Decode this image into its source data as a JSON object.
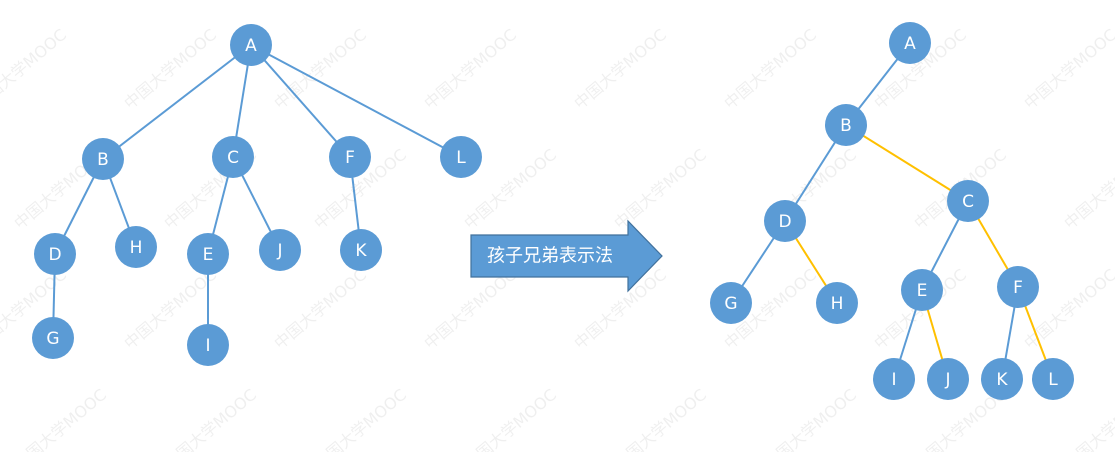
{
  "colors": {
    "node": "#5b9bd5",
    "child_edge": "#5b9bd5",
    "sibling_edge": "#ffc000",
    "arrow_fill": "#5b9bd5",
    "arrow_stroke": "#41719c"
  },
  "watermark_text": "中国大学MOOC",
  "arrow": {
    "label": "孩子兄弟表示法"
  },
  "left_tree": {
    "nodes": [
      {
        "id": "A",
        "label": "A"
      },
      {
        "id": "B",
        "label": "B"
      },
      {
        "id": "C",
        "label": "C"
      },
      {
        "id": "F",
        "label": "F"
      },
      {
        "id": "L",
        "label": "L"
      },
      {
        "id": "D",
        "label": "D"
      },
      {
        "id": "H",
        "label": "H"
      },
      {
        "id": "E",
        "label": "E"
      },
      {
        "id": "J",
        "label": "J"
      },
      {
        "id": "K",
        "label": "K"
      },
      {
        "id": "G",
        "label": "G"
      },
      {
        "id": "I",
        "label": "I"
      }
    ],
    "edges": [
      {
        "from": "A",
        "to": "B",
        "kind": "child"
      },
      {
        "from": "A",
        "to": "C",
        "kind": "child"
      },
      {
        "from": "A",
        "to": "F",
        "kind": "child"
      },
      {
        "from": "A",
        "to": "L",
        "kind": "child"
      },
      {
        "from": "B",
        "to": "D",
        "kind": "child"
      },
      {
        "from": "B",
        "to": "H",
        "kind": "child"
      },
      {
        "from": "C",
        "to": "E",
        "kind": "child"
      },
      {
        "from": "C",
        "to": "J",
        "kind": "child"
      },
      {
        "from": "F",
        "to": "K",
        "kind": "child"
      },
      {
        "from": "D",
        "to": "G",
        "kind": "child"
      },
      {
        "from": "E",
        "to": "I",
        "kind": "child"
      }
    ]
  },
  "right_tree": {
    "nodes": [
      {
        "id": "A",
        "label": "A"
      },
      {
        "id": "B",
        "label": "B"
      },
      {
        "id": "D",
        "label": "D"
      },
      {
        "id": "C",
        "label": "C"
      },
      {
        "id": "G",
        "label": "G"
      },
      {
        "id": "H",
        "label": "H"
      },
      {
        "id": "E",
        "label": "E"
      },
      {
        "id": "F",
        "label": "F"
      },
      {
        "id": "I",
        "label": "I"
      },
      {
        "id": "J",
        "label": "J"
      },
      {
        "id": "K",
        "label": "K"
      },
      {
        "id": "L",
        "label": "L"
      }
    ],
    "edges": [
      {
        "from": "A",
        "to": "B",
        "kind": "child"
      },
      {
        "from": "B",
        "to": "D",
        "kind": "child"
      },
      {
        "from": "B",
        "to": "C",
        "kind": "sibling"
      },
      {
        "from": "D",
        "to": "G",
        "kind": "child"
      },
      {
        "from": "D",
        "to": "H",
        "kind": "sibling"
      },
      {
        "from": "C",
        "to": "E",
        "kind": "child"
      },
      {
        "from": "C",
        "to": "F",
        "kind": "sibling"
      },
      {
        "from": "E",
        "to": "I",
        "kind": "child"
      },
      {
        "from": "E",
        "to": "J",
        "kind": "sibling"
      },
      {
        "from": "F",
        "to": "K",
        "kind": "child"
      },
      {
        "from": "F",
        "to": "L",
        "kind": "sibling"
      }
    ]
  }
}
